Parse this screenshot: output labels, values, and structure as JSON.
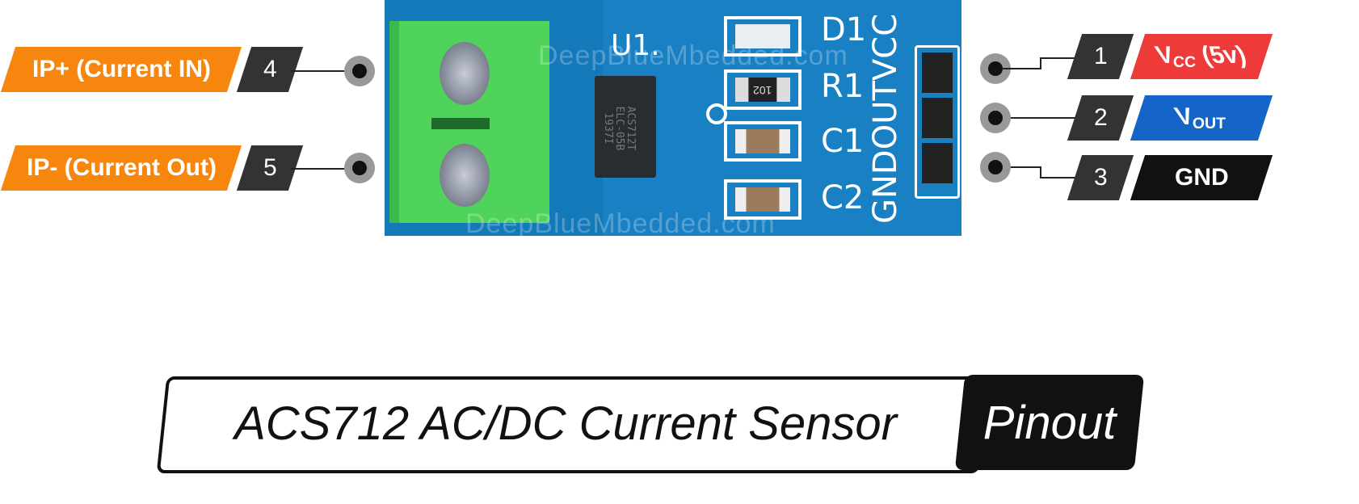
{
  "left_pins": [
    {
      "number": "4",
      "label": "IP+ (Current IN)",
      "color": "#f7860f"
    },
    {
      "number": "5",
      "label": "IP- (Current Out)",
      "color": "#f7860f"
    }
  ],
  "right_pins": [
    {
      "number": "1",
      "label_main": "V",
      "label_sub": "CC",
      "label_suffix": " (5v)",
      "color": "#ef3a3a"
    },
    {
      "number": "2",
      "label_main": "V",
      "label_sub": "OUT",
      "label_suffix": "",
      "color": "#1565c8"
    },
    {
      "number": "3",
      "label_main": "GND",
      "label_sub": "",
      "label_suffix": "",
      "color": "#111111"
    }
  ],
  "board": {
    "color": "#1479b8",
    "terminal_color": "#4fd35a",
    "chip_ref": "U1.",
    "chip_lines": [
      "ACS712T",
      "ELC-05B",
      "1937I"
    ],
    "resistor_code": "102",
    "components": [
      "D1",
      "R1",
      "C1",
      "C2"
    ],
    "pin_silk": "GNDOUTVCC",
    "watermark": "DeepBlueMbedded.com"
  },
  "footer": {
    "title": "ACS712 AC/DC Current Sensor",
    "tag": "Pinout"
  }
}
